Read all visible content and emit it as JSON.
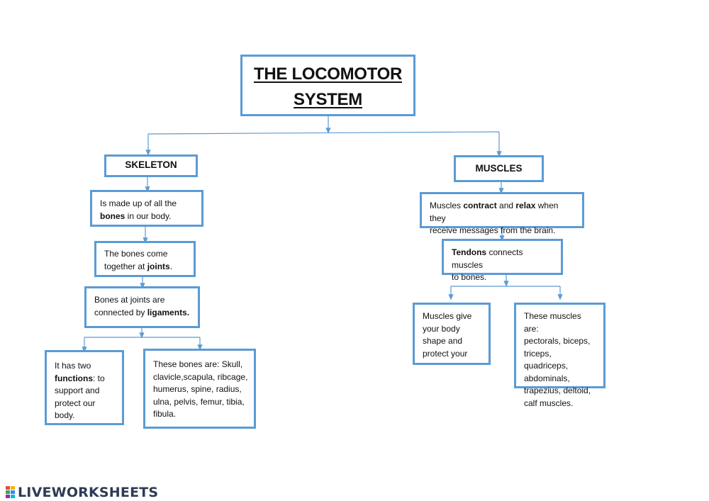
{
  "title": {
    "line1": "THE LOCOMOTOR",
    "line2": "SYSTEM"
  },
  "skeleton": {
    "heading": "SKELETON",
    "node1": {
      "a": "Is made up of all the",
      "b_bold": "bones",
      "c": " in our body."
    },
    "node2": {
      "a": "The bones come",
      "b": "together at ",
      "c_bold": "joints",
      "d": "."
    },
    "node3": {
      "a": "Bones at joints are",
      "b": "connected by ",
      "c_bold": "ligaments."
    },
    "leaf_left": {
      "a": "It has two",
      "b_bold": "functions",
      "c": ": to",
      "d": "support and",
      "e": "protect our",
      "f": "body."
    },
    "leaf_right": {
      "lines": [
        "These bones are: Skull,",
        "clavicle,scapula, ribcage,",
        "humerus, spine, radius,",
        "ulna, pelvis, femur, tibia,",
        "fibula."
      ]
    }
  },
  "muscles": {
    "heading": "MUSCLES",
    "node1": {
      "a": "Muscles ",
      "b_bold": "contract",
      "c": " and ",
      "d_bold": "relax",
      "e": " when they",
      "f": "receive messages from the brain."
    },
    "node2": {
      "a_bold": "Tendons",
      "b": " connects muscles",
      "c": "to bones."
    },
    "leaf_left": {
      "lines": [
        "Muscles give",
        "your body",
        "shape and",
        "protect your"
      ]
    },
    "leaf_right": {
      "lines": [
        "These muscles are:",
        "pectorals, biceps,",
        "triceps, quadriceps,",
        "abdominals,",
        "trapezius, deltoid,",
        "calf muscles."
      ]
    }
  },
  "watermark": {
    "text": "LIVEWORKSHEETS"
  },
  "colors": {
    "border": "#5b9bd5",
    "connector": "#5b9bd5"
  }
}
